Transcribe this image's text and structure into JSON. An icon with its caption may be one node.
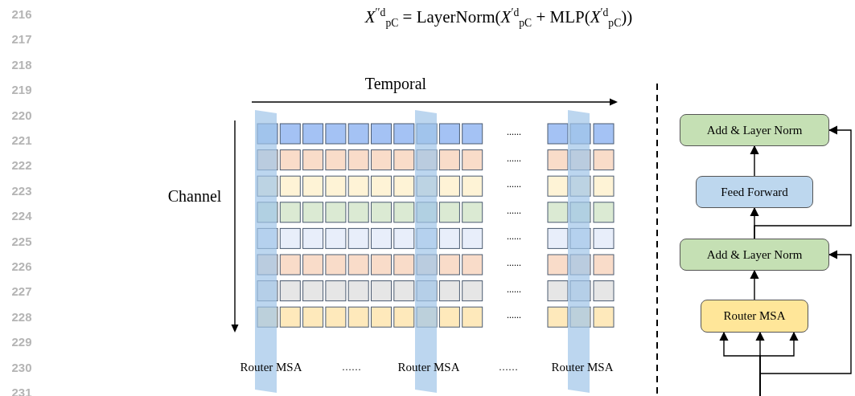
{
  "diagram": {
    "nodes": [
      {
        "text": [
          "Add & Layer Norm"
        ]
      },
      {
        "text": [
          "Feed Forward"
        ]
      },
      {
        "text": [
          "Add & Layer Norm"
        ]
      },
      {
        "text": [
          "Router MSA"
        ]
      }
    ],
    "edges": [
      {
        "from": 1,
        "to": 0,
        "arrow": "to"
      },
      {
        "from": 2,
        "to": 0,
        "arrow": "to"
      },
      {
        "from": 2,
        "to": 1,
        "arrow": "to"
      },
      {
        "from": 3,
        "to": 2,
        "arrow": "to"
      },
      {
        "from": null,
        "to": 2,
        "arrow": "to"
      },
      {
        "from": null,
        "to": 3,
        "arrow": "to"
      },
      {
        "from": null,
        "to": 3,
        "arrow": "to"
      },
      {
        "from": null,
        "to": 3,
        "arrow": "to"
      }
    ],
    "labels": [
      "216",
      "217",
      "218",
      "219",
      "220",
      "221",
      "222",
      "223",
      "224",
      "225",
      "226",
      "227",
      "228",
      "229",
      "230",
      "231",
      "*X*$^{′′d}$$_{pC}$ = LayerNorm(*X*$^{′d}$$_{pC}$ + MLP(*X*$^{′d}$$_{pC}$))",
      "Temporal",
      "Channel",
      "......",
      "......",
      "......",
      "......",
      "......",
      "......",
      "......",
      "......",
      "Router MSA",
      "……",
      "Router MSA",
      "……",
      "Router MSA"
    ]
  }
}
